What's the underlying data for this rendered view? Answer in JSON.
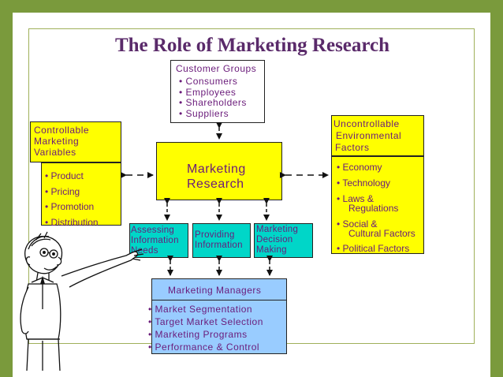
{
  "title": "The Role of Marketing Research",
  "customer_groups": {
    "heading": "Customer Groups",
    "items": [
      "• Consumers",
      "• Employees",
      "• Shareholders",
      "• Suppliers"
    ]
  },
  "controllable": {
    "heading_lines": [
      "Controllable",
      "Marketing",
      "Variables"
    ],
    "items": [
      "• Product",
      "• Pricing",
      "• Promotion",
      "• Distribution"
    ]
  },
  "center": {
    "lines": [
      "Marketing",
      "Research"
    ]
  },
  "uncontrollable": {
    "heading_lines": [
      "Uncontrollable",
      "Environmental",
      "Factors"
    ],
    "items": [
      {
        "lines": [
          "• Economy"
        ]
      },
      {
        "lines": [
          "• Technology"
        ]
      },
      {
        "lines": [
          "• Laws &",
          "Regulations"
        ]
      },
      {
        "lines": [
          "• Social &",
          "Cultural Factors"
        ]
      },
      {
        "lines": [
          "• Political Factors"
        ]
      }
    ]
  },
  "roles": [
    {
      "lines": [
        "Assessing",
        "Information",
        "Needs"
      ]
    },
    {
      "lines": [
        "Providing",
        "Information"
      ]
    },
    {
      "lines": [
        "Marketing",
        "Decision",
        "Making"
      ]
    }
  ],
  "managers": {
    "heading": "Marketing Managers",
    "items": [
      "• Market Segmentation",
      "• Target Market Selection",
      "• Marketing Programs",
      "• Performance & Control"
    ]
  },
  "colors": {
    "background": "#7a9a3c",
    "title": "#5a2a6a",
    "box_yellow": "#ffff00",
    "box_teal": "#00d6c8",
    "box_blue": "#99ccff",
    "text_purple": "#6a1b7a",
    "text_red": "#c00000"
  }
}
